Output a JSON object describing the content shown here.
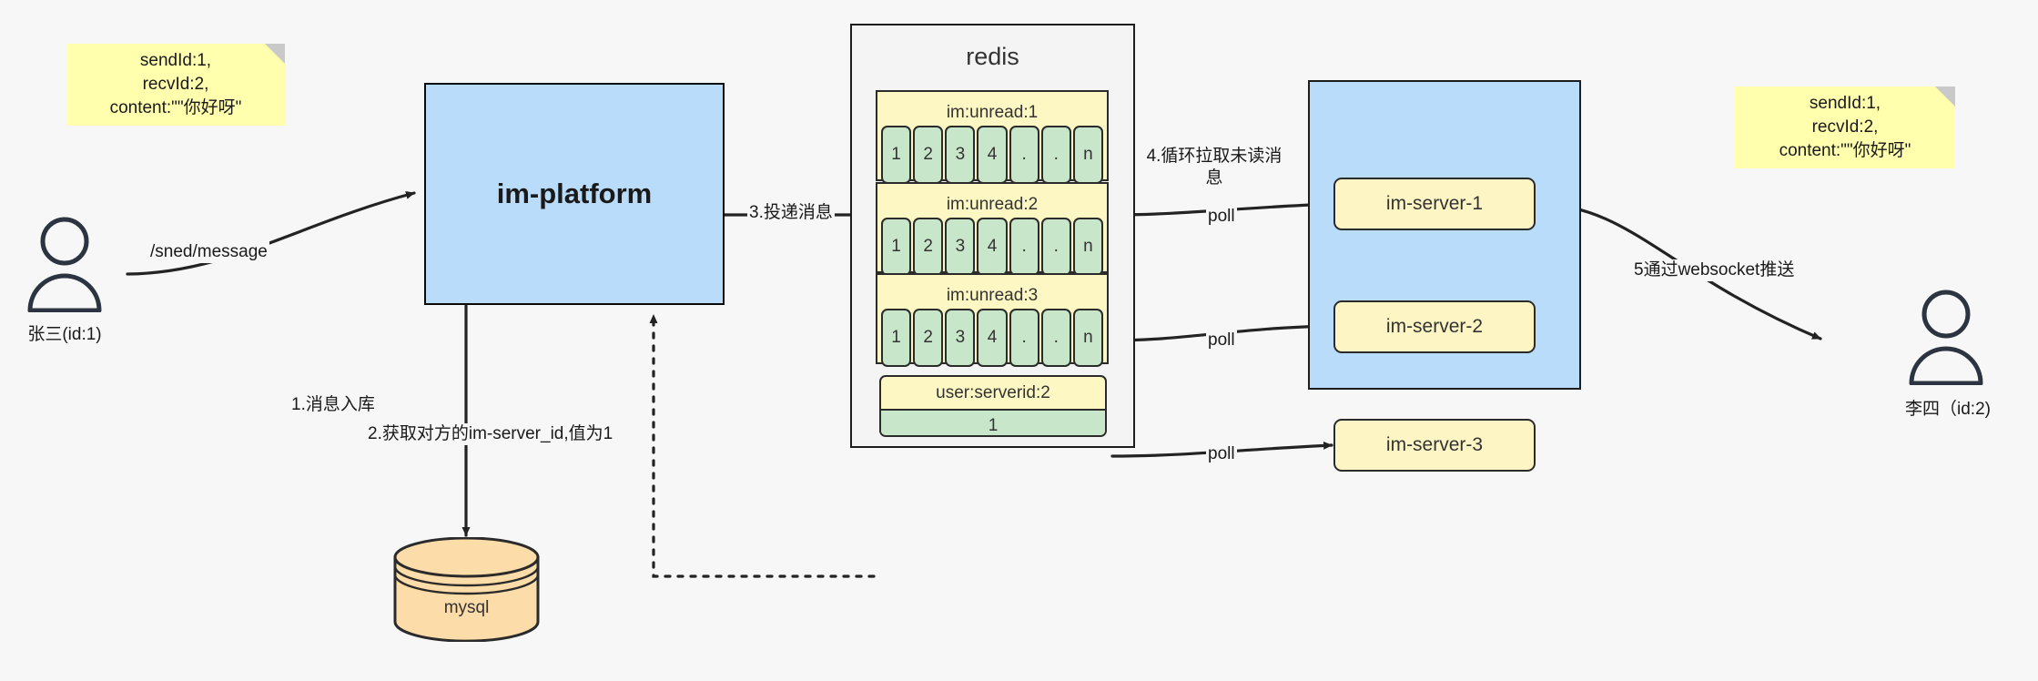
{
  "diagram": {
    "title": "IM message delivery architecture",
    "background": "#f7f7f7",
    "colors": {
      "note": "#ffffad",
      "process": "#b9dcfb",
      "list_group": "#fdf7c3",
      "cell": "#c8e6c9",
      "server": "#fdf5c4",
      "db": "#fcdca8",
      "stroke": "#1d1d1d"
    }
  },
  "notes": {
    "left": {
      "lines": [
        "sendId:1,",
        "recvId:2,",
        "content:\"\"你好呀\""
      ]
    },
    "right": {
      "lines": [
        "sendId:1,",
        "recvId:2,",
        "content:\"\"你好呀\""
      ]
    }
  },
  "actors": {
    "sender": {
      "label": "张三(id:1)",
      "icon": "person-icon"
    },
    "receiver": {
      "label": "李四（id:2)",
      "icon": "person-icon"
    }
  },
  "platform": {
    "label": "im-platform"
  },
  "database": {
    "label": "mysql",
    "icon": "cylinder-icon"
  },
  "redis": {
    "title": "redis",
    "lists": [
      {
        "key": "im:unread:1",
        "cells": [
          "1",
          "2",
          "3",
          "4",
          ".",
          ".",
          "n"
        ]
      },
      {
        "key": "im:unread:2",
        "cells": [
          "1",
          "2",
          "3",
          "4",
          ".",
          ".",
          "n"
        ]
      },
      {
        "key": "im:unread:3",
        "cells": [
          "1",
          "2",
          "3",
          "4",
          ".",
          ".",
          "n"
        ]
      }
    ],
    "kv": {
      "key": "user:serverid:2",
      "value": "1"
    }
  },
  "cluster": {
    "servers": [
      {
        "label": "im-server-1"
      },
      {
        "label": "im-server-2"
      },
      {
        "label": "im-server-3"
      }
    ]
  },
  "edges": {
    "send_message": "/sned/message",
    "step1": "1.消息入库",
    "step2": "2.获取对方的im-server_id,值为1",
    "step3": "3.投递消息",
    "step4": "4.循环拉取未读消息",
    "step5": "5通过websocket推送",
    "poll1": "poll",
    "poll2": "poll",
    "poll3": "poll"
  }
}
